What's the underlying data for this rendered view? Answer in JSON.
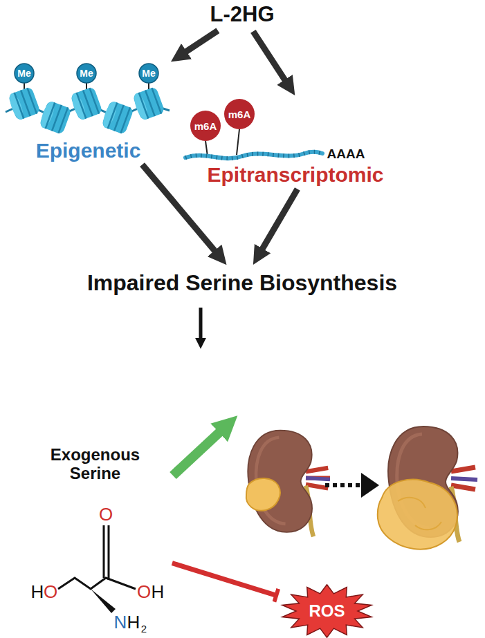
{
  "diagram": {
    "nodes": [
      {
        "text": [
          "L-2HG"
        ]
      },
      {
        "text": [
          "Epigenetic"
        ]
      },
      {
        "text": [
          "Epitranscriptomic"
        ]
      },
      {
        "text": [
          "Impaired Serine Biosynthesis"
        ]
      },
      {
        "text": [
          "Exogenous Serine"
        ]
      },
      {
        "text": [
          "ROS"
        ]
      }
    ],
    "edges": [
      {
        "from": 0,
        "to": 1,
        "arrow": "to"
      },
      {
        "from": 0,
        "to": 2,
        "arrow": "to"
      },
      {
        "from": 1,
        "to": 3,
        "arrow": "to"
      },
      {
        "from": 2,
        "to": 3,
        "arrow": "to"
      },
      {
        "from": 4,
        "to": 5,
        "arrow": "to"
      }
    ],
    "labels": [
      "Me",
      "Me",
      "Me",
      "m6A",
      "m6A",
      "AAAA",
      "H",
      "O",
      "O",
      "O",
      "H",
      "N",
      "H",
      "2"
    ]
  }
}
